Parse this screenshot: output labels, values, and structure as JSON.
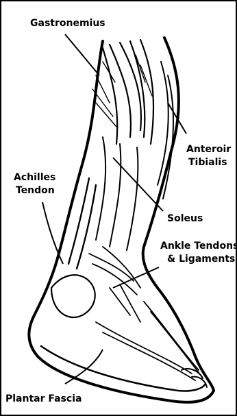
{
  "labels": {
    "gastrocnemius": "Gastronemius",
    "anterior_tibialis_1": "Anteroir",
    "anterior_tibialis_2": "Tibialis",
    "achilles_1": "Achilles",
    "achilles_2": "Tendon",
    "soleus": "Soleus",
    "ankle_1": "Ankle Tendons",
    "ankle_2": "& Ligaments",
    "plantar": "Plantar Fascia"
  },
  "colors": {
    "ink": "#000000",
    "paper": "#ffffff"
  }
}
